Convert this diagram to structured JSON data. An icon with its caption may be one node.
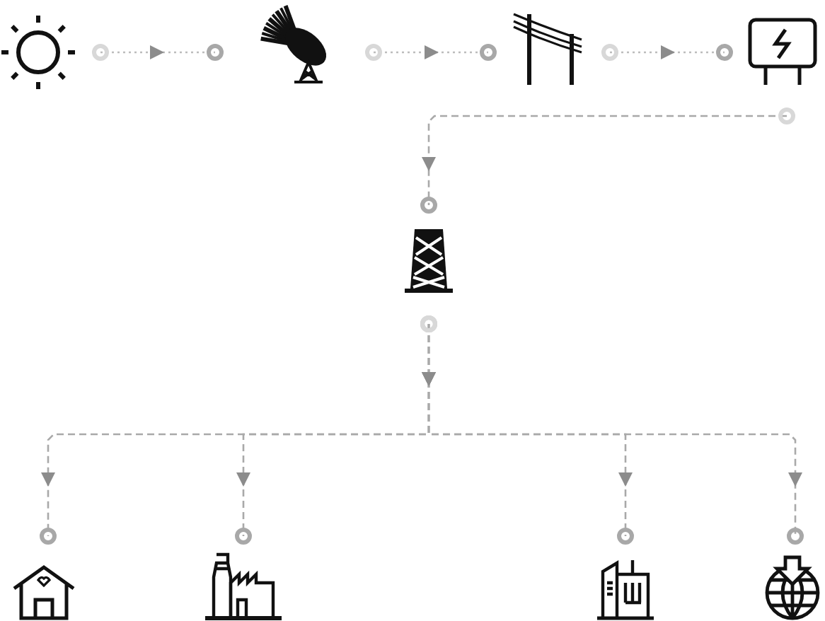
{
  "diagram": {
    "nodes": [
      {
        "text": [],
        "shape": "sun"
      },
      {
        "text": [],
        "shape": "dish"
      },
      {
        "text": [],
        "shape": "pylon"
      },
      {
        "text": [],
        "shape": "panel"
      },
      {
        "text": [],
        "shape": "tower"
      },
      {
        "text": [],
        "shape": "house"
      },
      {
        "text": [],
        "shape": "factory"
      },
      {
        "text": [],
        "shape": "building"
      },
      {
        "text": [],
        "shape": "globe"
      }
    ],
    "edges": [
      {
        "from": 0,
        "to": 1,
        "arrow": "to"
      },
      {
        "from": 1,
        "to": 2,
        "arrow": "to"
      },
      {
        "from": 2,
        "to": 3,
        "arrow": "to"
      },
      {
        "from": 3,
        "to": 4,
        "arrow": "to",
        "style": "dashed"
      },
      {
        "from": 4,
        "to": 5,
        "arrow": "to",
        "style": "dashed"
      },
      {
        "from": 4,
        "to": 6,
        "arrow": "to",
        "style": "dashed"
      },
      {
        "from": 4,
        "to": 7,
        "arrow": "to",
        "style": "dashed"
      },
      {
        "from": 4,
        "to": 8,
        "arrow": "to",
        "style": "dashed"
      }
    ]
  }
}
